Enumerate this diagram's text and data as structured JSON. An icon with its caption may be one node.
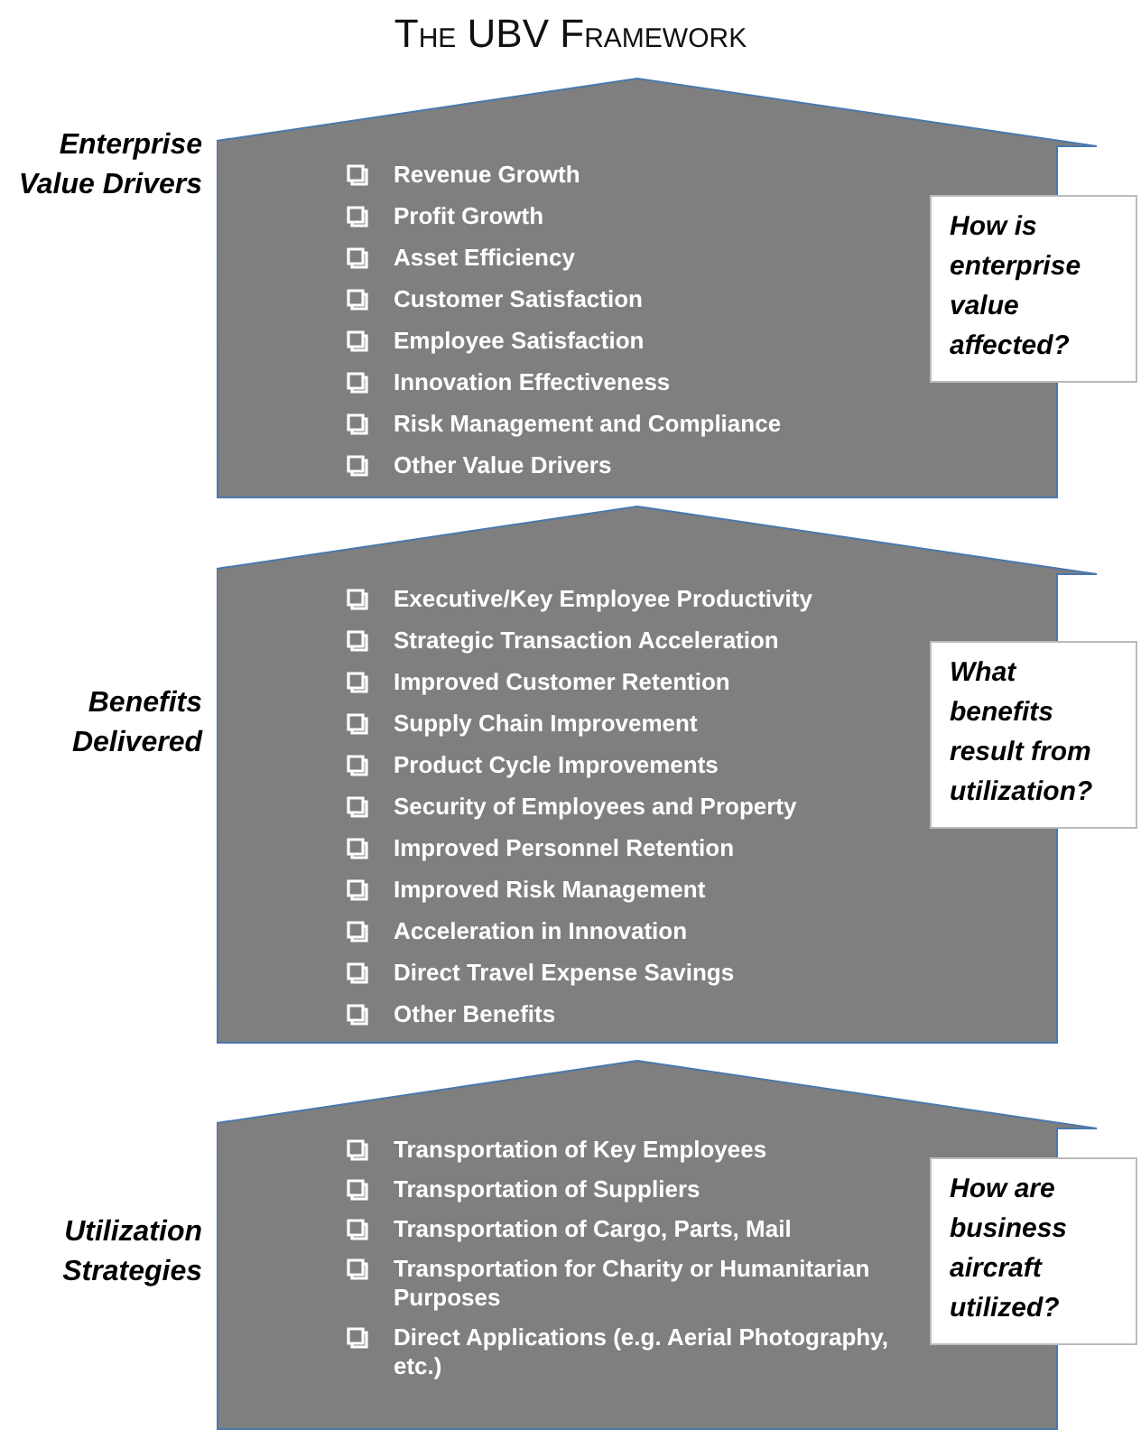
{
  "diagram": {
    "title": "The UBV Framework",
    "nodes": [
      {
        "text": [
          "Revenue Growth",
          "Profit Growth",
          "Asset Efficiency",
          "Customer Satisfaction",
          "Employee Satisfaction",
          "Innovation Effectiveness",
          "Risk Management and Compliance",
          "Other Value Drivers"
        ],
        "beside": [
          "Enterprise Value Drivers"
        ]
      },
      {
        "text": [
          "How is enterprise value affected?"
        ]
      },
      {
        "text": [
          "Executive/Key Employee Productivity",
          "Strategic Transaction Acceleration",
          "Improved Customer Retention",
          "Supply Chain Improvement",
          "Product Cycle Improvements",
          "Security of Employees and Property",
          "Improved Personnel Retention",
          "Improved Risk Management",
          "Acceleration in Innovation",
          "Direct Travel Expense Savings",
          "Other Benefits"
        ],
        "beside": [
          "Benefits Delivered"
        ]
      },
      {
        "text": [
          "What benefits result from utilization?"
        ]
      },
      {
        "text": [
          "Transportation of Key Employees",
          "Transportation of Suppliers",
          "Transportation of Cargo, Parts, Mail",
          "Transportation for Charity or Humanitarian Purposes",
          "Direct Applications (e.g. Aerial Photography, etc.)"
        ],
        "beside": [
          "Utilization Strategies"
        ]
      },
      {
        "text": [
          "How are business aircraft utilized?"
        ]
      }
    ]
  }
}
